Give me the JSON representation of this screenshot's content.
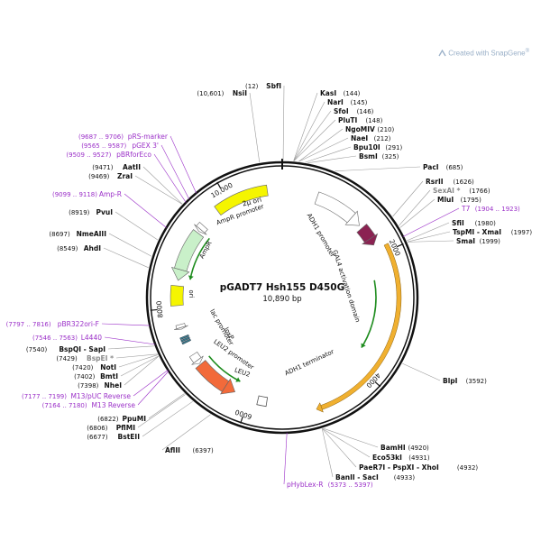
{
  "credit": {
    "prefix": "Created with ",
    "brand": "SnapGene",
    "reg": "®",
    "logo_icon": "snapgene-logo-icon"
  },
  "plasmid": {
    "name": "pGADT7 Hsh155 D450G",
    "size": "10,890 bp",
    "length": 10890
  },
  "ticks": [
    {
      "bp": 2000,
      "label": "2000"
    },
    {
      "bp": 4000,
      "label": "4000"
    },
    {
      "bp": 6000,
      "label": "6000"
    },
    {
      "bp": 8000,
      "label": "8000"
    },
    {
      "bp": 10000,
      "label": "10,000"
    }
  ],
  "sites": [
    {
      "name": "SbfI",
      "pos": "(12)",
      "bp": 12
    },
    {
      "name": "KasI",
      "pos": "(144)",
      "bp": 144
    },
    {
      "name": "NarI",
      "pos": "(145)",
      "bp": 145
    },
    {
      "name": "SfoI",
      "pos": "(146)",
      "bp": 146
    },
    {
      "name": "PluTI",
      "pos": "(148)",
      "bp": 148
    },
    {
      "name": "NgoMIV",
      "pos": "(210)",
      "bp": 210
    },
    {
      "name": "NaeI",
      "pos": "(212)",
      "bp": 212
    },
    {
      "name": "Bpu10I",
      "pos": "(291)",
      "bp": 291
    },
    {
      "name": "BsmI",
      "pos": "(325)",
      "bp": 325
    },
    {
      "name": "PacI",
      "pos": "(685)",
      "bp": 685
    },
    {
      "name": "RsrII",
      "pos": "(1626)",
      "bp": 1626
    },
    {
      "name": "SexAI *",
      "pos": "(1766)",
      "bp": 1766
    },
    {
      "name": "MluI",
      "pos": "(1795)",
      "bp": 1795
    },
    {
      "name": "SfiI",
      "pos": "(1980)",
      "bp": 1980
    },
    {
      "name": "TspMI - XmaI",
      "pos": "(1997)",
      "bp": 1997
    },
    {
      "name": "SmaI",
      "pos": "(1999)",
      "bp": 1999
    },
    {
      "name": "BlpI",
      "pos": "(3592)",
      "bp": 3592
    },
    {
      "name": "BamHI",
      "pos": "(4920)",
      "bp": 4920
    },
    {
      "name": "Eco53kI",
      "pos": "(4931)",
      "bp": 4931
    },
    {
      "name": "PaeR7I - PspXI - XhoI",
      "pos": "(4932)",
      "bp": 4932
    },
    {
      "name": "BanII - SacI",
      "pos": "(4933)",
      "bp": 4933
    },
    {
      "name": "AflII",
      "pos": "(6397)",
      "bp": 6397
    },
    {
      "name": "BstEII",
      "pos": "(6677)",
      "bp": 6677
    },
    {
      "name": "PflMI",
      "pos": "(6806)",
      "bp": 6806
    },
    {
      "name": "PpuMI",
      "pos": "(6822)",
      "bp": 6822
    },
    {
      "name": "NheI",
      "pos": "(7398)",
      "bp": 7398
    },
    {
      "name": "BmtI",
      "pos": "(7402)",
      "bp": 7402
    },
    {
      "name": "NotI",
      "pos": "(7420)",
      "bp": 7420
    },
    {
      "name": "BspEI *",
      "pos": "(7429)",
      "bp": 7429
    },
    {
      "name": "BspQI - SapI",
      "pos": "(7540)",
      "bp": 7540
    },
    {
      "name": "AhdI",
      "pos": "(8549)",
      "bp": 8549
    },
    {
      "name": "NmeAIII",
      "pos": "(8697)",
      "bp": 8697
    },
    {
      "name": "PvuI",
      "pos": "(8919)",
      "bp": 8919
    },
    {
      "name": "ZraI",
      "pos": "(9469)",
      "bp": 9469
    },
    {
      "name": "AatII",
      "pos": "(9471)",
      "bp": 9471
    },
    {
      "name": "NsiI",
      "pos": "(10,601)",
      "bp": 10601
    }
  ],
  "primers": [
    {
      "name": "pRS-marker",
      "range": "(9687 .. 9706)",
      "bp": 9696
    },
    {
      "name": "pGEX 3'",
      "range": "(9565 .. 9587)",
      "bp": 9576
    },
    {
      "name": "pBRforEco",
      "range": "(9509 .. 9527)",
      "bp": 9518
    },
    {
      "name": "Amp-R",
      "range": "(9099 .. 9118)",
      "bp": 9108
    },
    {
      "name": "T7",
      "range": "(1904 .. 1923)",
      "bp": 1913
    },
    {
      "name": "pBR322ori-F",
      "range": "(7797 .. 7816)",
      "bp": 7806
    },
    {
      "name": "L4440",
      "range": "(7546 .. 7563)",
      "bp": 7554
    },
    {
      "name": "M13/pUC Reverse",
      "range": "(7177 .. 7199)",
      "bp": 7188
    },
    {
      "name": "M13 Reverse",
      "range": "(7164 .. 7180)",
      "bp": 7172
    },
    {
      "name": "pHybLex-R",
      "range": "(5373 .. 5397)",
      "bp": 5385
    }
  ],
  "features": [
    {
      "name": "2μ ori",
      "color": "#f5f500",
      "kind": "ori"
    },
    {
      "name": "AmpR promoter",
      "color": "#ffffff",
      "kind": "promoter"
    },
    {
      "name": "AmpR",
      "color": "#c9f0c9",
      "kind": "cds"
    },
    {
      "name": "ori",
      "color": "#f5f500",
      "kind": "ori"
    },
    {
      "name": "lac promoter",
      "color": "#ffffff",
      "kind": "promoter"
    },
    {
      "name": "loxP",
      "color": "#3a7a8a",
      "kind": "site"
    },
    {
      "name": "LEU2 promoter",
      "color": "#ffffff",
      "kind": "promoter"
    },
    {
      "name": "LEU2",
      "color": "#f26a3a",
      "kind": "cds"
    },
    {
      "name": "ADH1 terminator",
      "color": "#ffffff",
      "kind": "terminator"
    },
    {
      "name": "ADH1 promoter",
      "color": "#ffffff",
      "kind": "promoter"
    },
    {
      "name": "GAL4 activation domain",
      "color": "#8b2252",
      "kind": "cds"
    },
    {
      "name": "gene-arc",
      "color": "#f0b030",
      "kind": "orf"
    }
  ],
  "colors": {
    "ring": "#111111",
    "site_leader": "#9a9a9a",
    "primer_text": "#9b30c8",
    "orf_line": "#1e8c1e"
  }
}
